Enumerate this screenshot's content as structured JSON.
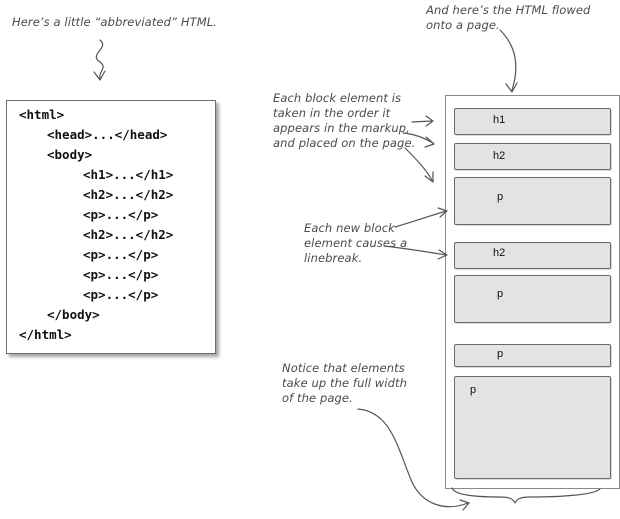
{
  "annotations": {
    "abbreviated": [
      "Here’s a little “abbreviated” HTML."
    ],
    "flowed": [
      "And here’s the HTML flowed",
      "onto a page."
    ],
    "block_order": [
      "Each block element is",
      "taken in the order it",
      "appears in the markup,",
      "and placed on the page."
    ],
    "linebreak": [
      "Each new block",
      "element causes a",
      "linebreak."
    ],
    "full_width": [
      "Notice that elements",
      "take up the full width",
      "of the page."
    ]
  },
  "code_lines": [
    "<html>",
    "<head>...</head>",
    "<body>",
    "<h1>...</h1>",
    "<h2>...</h2>",
    "<p>...</p>",
    "<h2>...</h2>",
    "<p>...</p>",
    "<p>...</p>",
    "<p>...</p>",
    "</body>",
    "</html>"
  ],
  "page_blocks": [
    "h1",
    "h2",
    "p",
    "h2",
    "p",
    "p",
    "p"
  ]
}
